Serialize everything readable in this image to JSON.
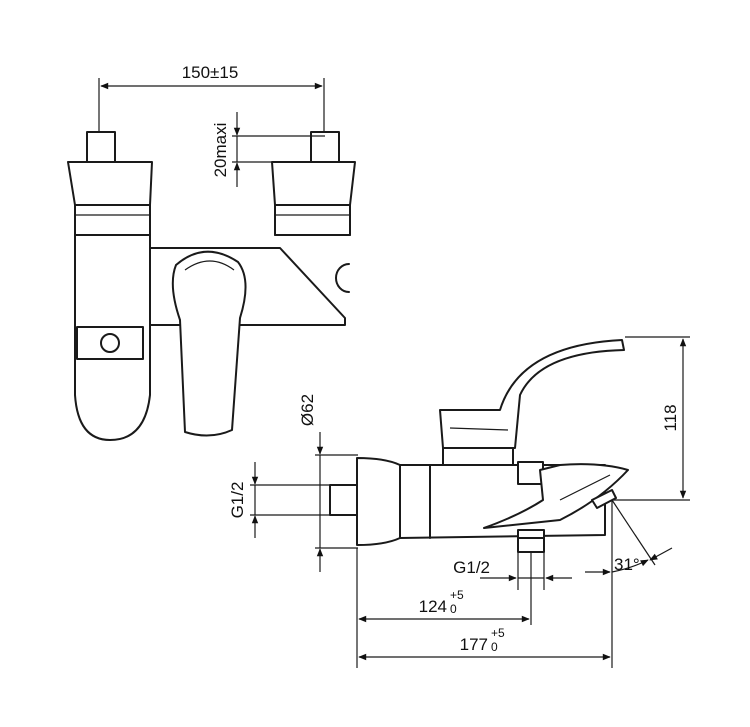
{
  "front_view": {
    "width_dim": "150±15",
    "height_dim": "20maxi"
  },
  "side_view": {
    "diameter_dim": "Ø62",
    "inlet_thread": "G1/2",
    "outlet_thread": "G1/2",
    "height_dim": "118",
    "angle_dim": "31°",
    "spout_dim": "124",
    "spout_tol_upper": "+5",
    "spout_tol_lower": "0",
    "total_dim": "177",
    "total_tol_upper": "+5",
    "total_tol_lower": "0"
  }
}
